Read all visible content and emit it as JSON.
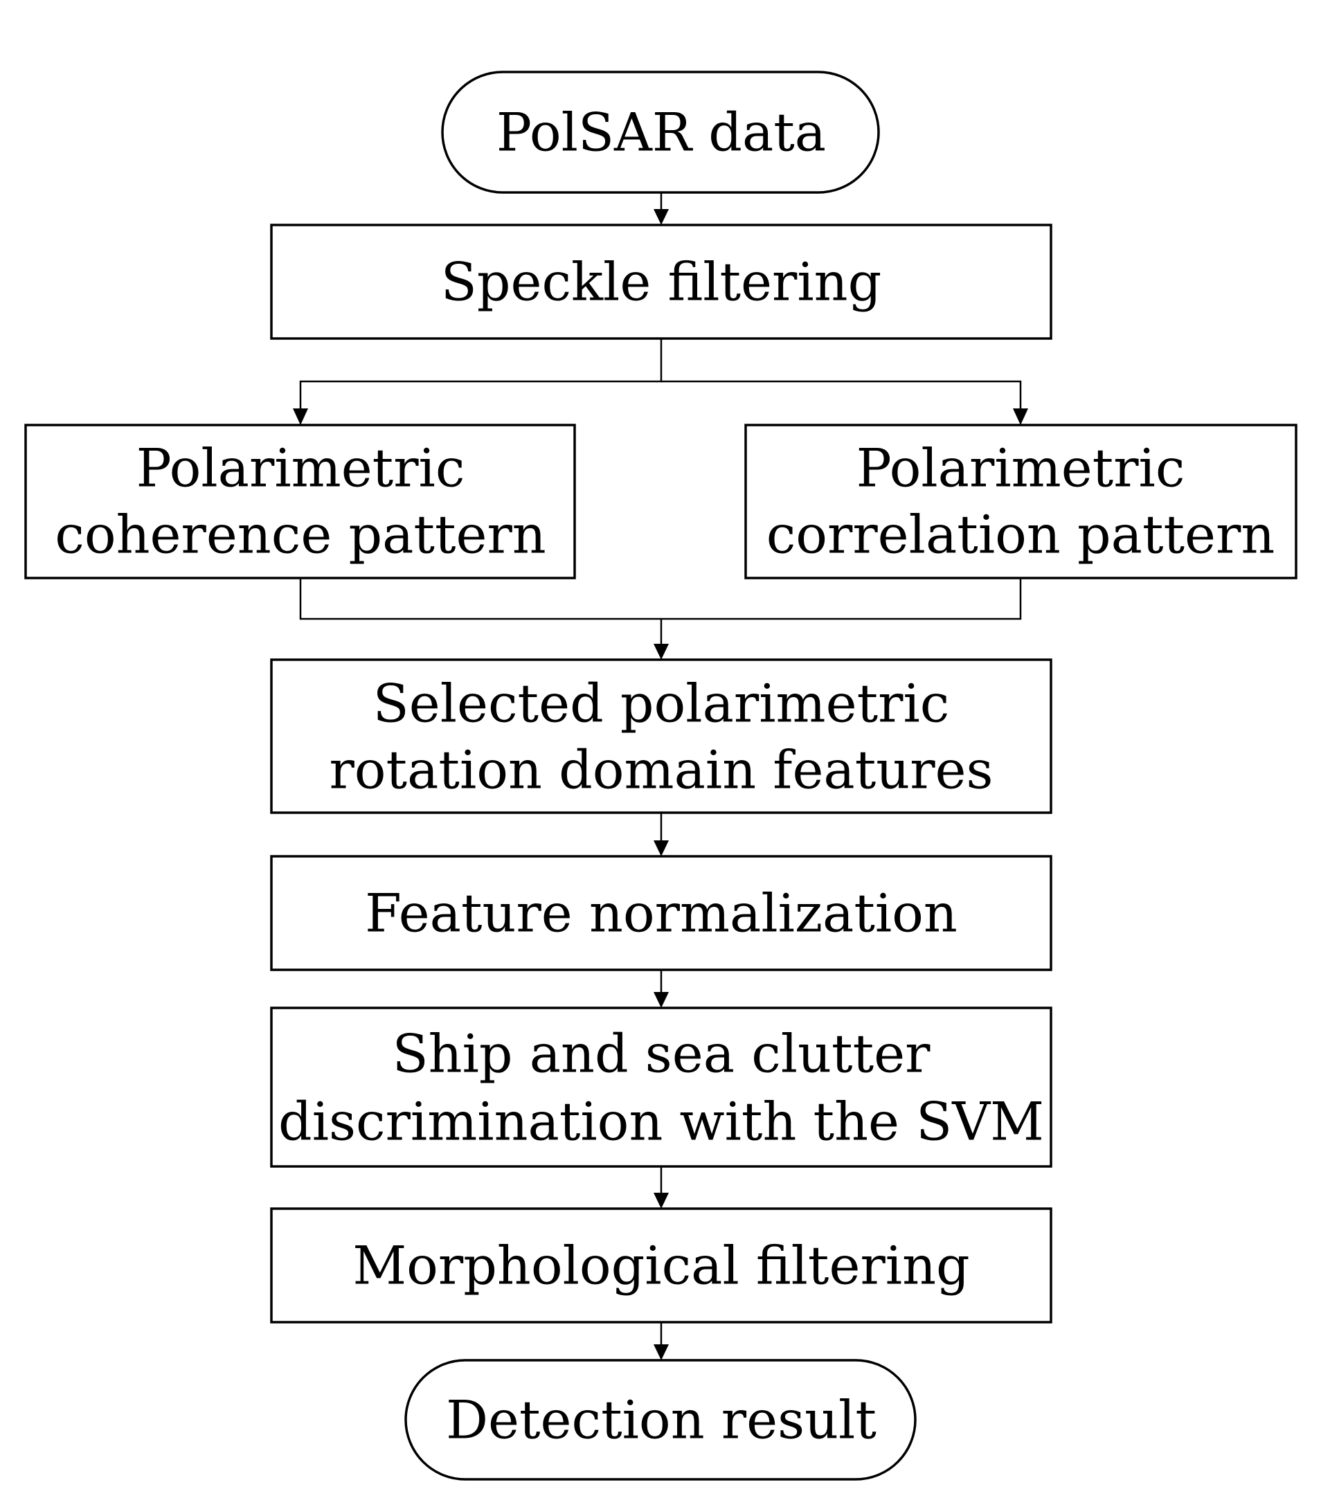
{
  "nodes": {
    "start": {
      "lines": [
        "PolSAR data"
      ]
    },
    "speckle": {
      "lines": [
        "Speckle filtering"
      ]
    },
    "coherence": {
      "lines": [
        "Polarimetric",
        "coherence pattern"
      ]
    },
    "correlation": {
      "lines": [
        "Polarimetric",
        "correlation pattern"
      ]
    },
    "selected": {
      "lines": [
        "Selected polarimetric",
        "rotation domain features"
      ]
    },
    "normalization": {
      "lines": [
        "Feature normalization"
      ]
    },
    "discrimination": {
      "lines": [
        "Ship and sea clutter",
        "discrimination with the SVM"
      ]
    },
    "morphological": {
      "lines": [
        "Morphological filtering"
      ]
    },
    "end": {
      "lines": [
        "Detection result"
      ]
    }
  }
}
